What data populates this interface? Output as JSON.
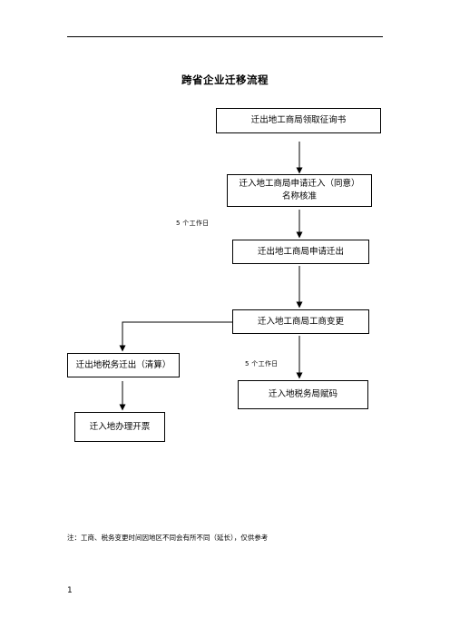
{
  "title": "跨省企业迁移流程",
  "boxes": {
    "step1": "迁出地工商局领取征询书",
    "step2_line1": "迁入地工商局申请迁入（同意）",
    "step2_line2": "名称核准",
    "step3": "迁出地工商局申请迁出",
    "step4": "迁入地工商局工商变更",
    "step5": "迁出地税务迁出（清算）",
    "step6": "迁入地税务局赋码",
    "step7": "迁入地办理开票"
  },
  "labels": {
    "days_1": "5 个工作日",
    "days_2": "5 个工作日"
  },
  "note": "注：工商、税务变更时间因地区不同会有所不同（延长），仅供参考",
  "page_number": "1"
}
